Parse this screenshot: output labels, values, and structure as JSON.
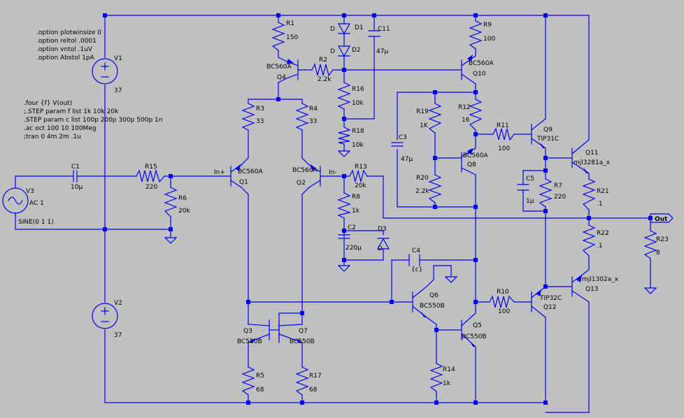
{
  "directives": {
    "options": [
      ".option plotwinsize 0",
      ".option reltol .0001",
      ".option vntol .1uV",
      ".option Abstol 1pA"
    ],
    "analysis": [
      ".four {f} V(out)",
      ";.STEP param f list 1k 10k 20k",
      ".STEP param c list  100p 200p 300p 500p 1n",
      ".ac oct 100 10 100Meg",
      ";tran 0 4m 2m .1u"
    ]
  },
  "sources": {
    "v1": {
      "ref": "V1",
      "value": "37"
    },
    "v2": {
      "ref": "V2",
      "value": "37"
    },
    "v3": {
      "ref": "V3",
      "value": "AC 1",
      "extra": "SINE(0 1 1)"
    }
  },
  "resistors": {
    "r1": {
      "ref": "R1",
      "value": "150"
    },
    "r2": {
      "ref": "R2",
      "value": "2.2k"
    },
    "r3": {
      "ref": "R3",
      "value": "33"
    },
    "r4": {
      "ref": "R4",
      "value": "33"
    },
    "r5": {
      "ref": "R5",
      "value": "68"
    },
    "r6": {
      "ref": "R6",
      "value": "20k"
    },
    "r7": {
      "ref": "R7",
      "value": "220"
    },
    "r8": {
      "ref": "R8",
      "value": "1k"
    },
    "r9": {
      "ref": "R9",
      "value": "100"
    },
    "r10": {
      "ref": "R10",
      "value": "100"
    },
    "r11": {
      "ref": "R11",
      "value": "100"
    },
    "r12": {
      "ref": "R12",
      "value": "16"
    },
    "r13": {
      "ref": "R13",
      "value": "20k"
    },
    "r14": {
      "ref": "R14",
      "value": "1k"
    },
    "r15": {
      "ref": "R15",
      "value": "220"
    },
    "r16": {
      "ref": "R16",
      "value": "10k"
    },
    "r17": {
      "ref": "R17",
      "value": "68"
    },
    "r18": {
      "ref": "R18",
      "value": "10k"
    },
    "r19": {
      "ref": "R19",
      "value": "1K"
    },
    "r20": {
      "ref": "R20",
      "value": "2.2k"
    },
    "r21": {
      "ref": "R21",
      "value": ".1"
    },
    "r22": {
      "ref": "R22",
      "value": ".1"
    },
    "r23": {
      "ref": "R23",
      "value": "8"
    }
  },
  "capacitors": {
    "c1": {
      "ref": "C1",
      "value": "10µ"
    },
    "c2": {
      "ref": "C2",
      "value": "220µ"
    },
    "c3": {
      "ref": "C3",
      "value": "47µ"
    },
    "c4": {
      "ref": "C4",
      "value": "{c}"
    },
    "c5": {
      "ref": "C5",
      "value": "1µ"
    },
    "c11": {
      "ref": "C11",
      "value": "47µ"
    }
  },
  "diodes": {
    "d1": {
      "ref": "D1",
      "value": "D"
    },
    "d2": {
      "ref": "D2",
      "value": "D"
    },
    "d3": {
      "ref": "D3",
      "value": "D"
    }
  },
  "transistors": {
    "q1": {
      "ref": "Q1",
      "model": "BC560A"
    },
    "q2": {
      "ref": "Q2",
      "model": "BC560A"
    },
    "q3": {
      "ref": "Q3",
      "model": "BC550B"
    },
    "q4": {
      "ref": "Q4",
      "model": "BC560A"
    },
    "q5": {
      "ref": "Q5",
      "model": "BC550B"
    },
    "q6": {
      "ref": "Q6",
      "model": "BC550B"
    },
    "q7": {
      "ref": "Q7",
      "model": "BC550B"
    },
    "q8": {
      "ref": "Q8",
      "model": "BC560A"
    },
    "q9": {
      "ref": "Q9",
      "model": "TIP31C"
    },
    "q10": {
      "ref": "Q10",
      "model": "BC560A"
    },
    "q11": {
      "ref": "Q11",
      "model": "mjl3281a_x"
    },
    "q12": {
      "ref": "Q12",
      "model": "TIP32C"
    },
    "q13": {
      "ref": "Q13",
      "model": "mjl1302a_x"
    }
  },
  "nets": {
    "in_plus": "In+",
    "in_minus": "In-",
    "out": "Out"
  }
}
